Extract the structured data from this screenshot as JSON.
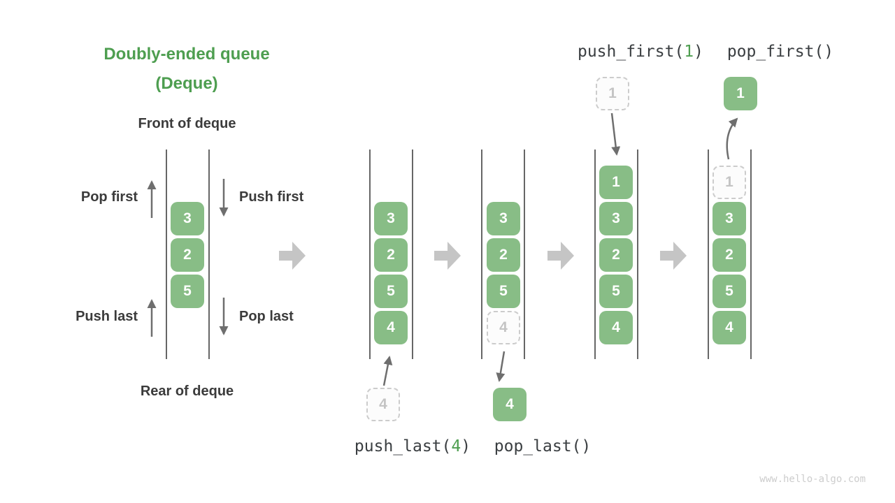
{
  "header": {
    "title_line1": "Doubly-ended queue",
    "title_line2": "(Deque)"
  },
  "left_diagram": {
    "front_label": "Front of deque",
    "rear_label": "Rear of deque",
    "op_pop_first": "Pop first",
    "op_push_first": "Push first",
    "op_push_last": "Push last",
    "op_pop_last": "Pop last",
    "cells": [
      {
        "v": "3"
      },
      {
        "v": "2"
      },
      {
        "v": "5"
      }
    ]
  },
  "sequence": {
    "queues": [
      {
        "name": "after_push_last",
        "cells": [
          {
            "v": "3"
          },
          {
            "v": "2"
          },
          {
            "v": "5"
          },
          {
            "v": "4"
          }
        ]
      },
      {
        "name": "during_pop_last",
        "cells": [
          {
            "v": "3"
          },
          {
            "v": "2"
          },
          {
            "v": "5"
          },
          {
            "v": "4",
            "ghost": true
          }
        ]
      },
      {
        "name": "after_push_first",
        "cells": [
          {
            "v": "1"
          },
          {
            "v": "3"
          },
          {
            "v": "2"
          },
          {
            "v": "5"
          },
          {
            "v": "4"
          }
        ]
      },
      {
        "name": "during_pop_first",
        "cells": [
          {
            "v": "1",
            "ghost": true
          },
          {
            "v": "3"
          },
          {
            "v": "2"
          },
          {
            "v": "5"
          },
          {
            "v": "4"
          }
        ]
      }
    ],
    "floating": {
      "push_last_value": "4",
      "pop_last_value": "4",
      "push_first_value": "1",
      "pop_first_value": "1"
    },
    "code_labels": {
      "push_last_prefix": "push_last(",
      "push_last_arg": "4",
      "push_last_suffix": ")",
      "pop_last": "pop_last()",
      "push_first_prefix": "push_first(",
      "push_first_arg": "1",
      "push_first_suffix": ")",
      "pop_first": "pop_first()"
    }
  },
  "footer": {
    "watermark": "www.hello-algo.com"
  },
  "colors": {
    "cell_green": "#88BD86",
    "cell_text": "#FFFFFF",
    "title_green": "#4E9E50",
    "text_dark": "#3B3B3B",
    "code_dark": "#3A3E41",
    "arrow_gray": "#6E6E6E",
    "block_arrow_gray": "#C5C5C5",
    "wall_gray": "#565656",
    "ghost_border": "#CCCCCC",
    "ghost_bg": "#FCFCFC",
    "ghost_text": "#C4C4C4",
    "watermark_gray": "#CDCDCD"
  }
}
